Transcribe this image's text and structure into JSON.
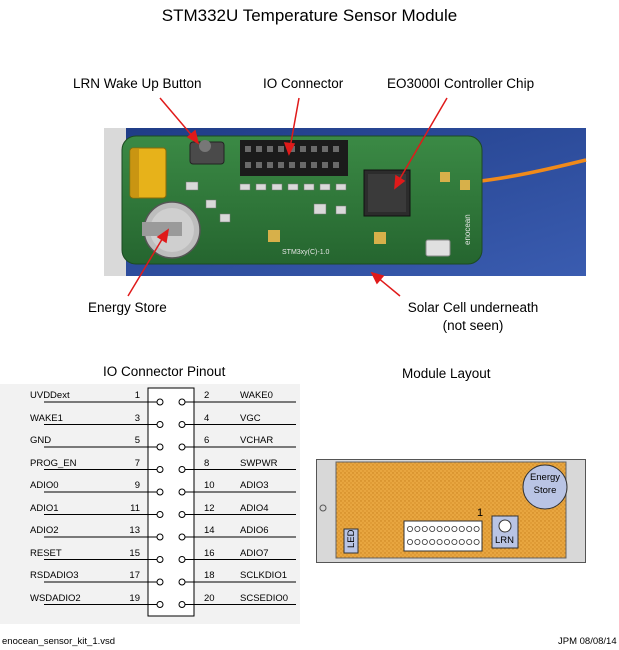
{
  "title": "STM332U Temperature Sensor Module",
  "photo_labels": {
    "lrn_button": "LRN Wake Up Button",
    "io_connector": "IO Connector",
    "controller_chip": "EO3000I Controller Chip",
    "energy_store": "Energy Store",
    "solar_cell": "Solar Cell underneath",
    "solar_cell_note": "(not seen)",
    "board_silkscreen": "STM3xy(C)-1.0",
    "board_brand": "enocean"
  },
  "pinout": {
    "heading": "IO Connector Pinout",
    "rows": [
      {
        "left_name": "UVDDext",
        "left_num": "1",
        "right_num": "2",
        "right_name": "WAKE0"
      },
      {
        "left_name": "WAKE1",
        "left_num": "3",
        "right_num": "4",
        "right_name": "VGC"
      },
      {
        "left_name": "GND",
        "left_num": "5",
        "right_num": "6",
        "right_name": "VCHAR"
      },
      {
        "left_name": "PROG_EN",
        "left_num": "7",
        "right_num": "8",
        "right_name": "SWPWR"
      },
      {
        "left_name": "ADIO0",
        "left_num": "9",
        "right_num": "10",
        "right_name": "ADIO3"
      },
      {
        "left_name": "ADIO1",
        "left_num": "11",
        "right_num": "12",
        "right_name": "ADIO4"
      },
      {
        "left_name": "ADIO2",
        "left_num": "13",
        "right_num": "14",
        "right_name": "ADIO6"
      },
      {
        "left_name": "RESET",
        "left_num": "15",
        "right_num": "16",
        "right_name": "ADIO7"
      },
      {
        "left_name": "RSDADIO3",
        "left_num": "17",
        "right_num": "18",
        "right_name": "SCLKDIO1"
      },
      {
        "left_name": "WSDADIO2",
        "left_num": "19",
        "right_num": "20",
        "right_name": "SCSEDIO0"
      }
    ]
  },
  "layout": {
    "heading": "Module Layout",
    "energy_store": "Energy",
    "energy_store_2": "Store",
    "pin_one": "1",
    "led": "LED",
    "lrn": "LRN"
  },
  "footer": {
    "filename": "enocean_sensor_kit_1.vsd",
    "author_date": "JPM 08/08/14"
  },
  "colors": {
    "pcb_green": "#2f7a3a",
    "photo_background": "#2a4a9a",
    "antenna_wire": "#f08a1a",
    "arrow_red": "#e01a1a",
    "layout_board": "#e8a640",
    "layout_border": "#555555"
  }
}
